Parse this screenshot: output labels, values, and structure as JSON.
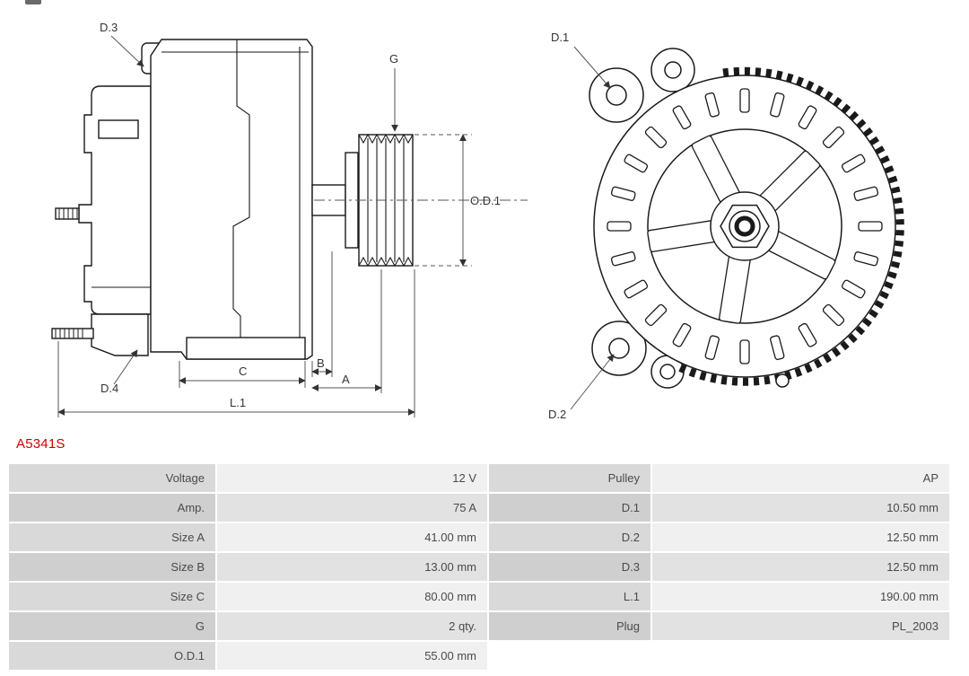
{
  "part_number": "A5341S",
  "colors": {
    "part_number_red": "#CC0000",
    "drawing_line": "#1a1a1a",
    "label_cell_bg": "#d9d9d9",
    "value_cell_bg": "#f0f0f0",
    "label_cell_bg_alt": "#cfcfcf",
    "value_cell_bg_alt": "#e2e2e2"
  },
  "diagram": {
    "side_view": {
      "label_d3": "D.3",
      "label_d4": "D.4",
      "label_g": "G",
      "label_od1": "O.D.1",
      "label_a": "A",
      "label_b": "B",
      "label_c": "C",
      "label_l1": "L.1"
    },
    "front_view": {
      "label_d1": "D.1",
      "label_d2": "D.2"
    }
  },
  "table": {
    "rows": [
      {
        "l1": "Voltage",
        "v1": "12 V",
        "l2": "Pulley",
        "v2": "AP"
      },
      {
        "l1": "Amp.",
        "v1": "75 A",
        "l2": "D.1",
        "v2": "10.50 mm"
      },
      {
        "l1": "Size A",
        "v1": "41.00 mm",
        "l2": "D.2",
        "v2": "12.50 mm"
      },
      {
        "l1": "Size B",
        "v1": "13.00 mm",
        "l2": "D.3",
        "v2": "12.50 mm"
      },
      {
        "l1": "Size C",
        "v1": "80.00 mm",
        "l2": "L.1",
        "v2": "190.00 mm"
      },
      {
        "l1": "G",
        "v1": "2 qty.",
        "l2": "Plug",
        "v2": "PL_2003"
      },
      {
        "l1": "O.D.1",
        "v1": "55.00 mm"
      }
    ]
  }
}
